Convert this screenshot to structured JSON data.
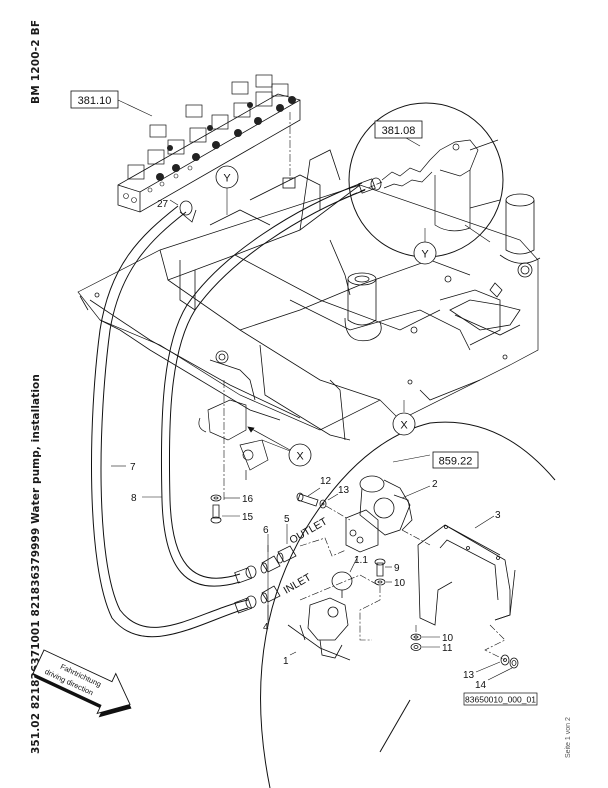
{
  "document": {
    "machine_code": "BM 1200-2 BF",
    "title": "351.02 821836371001 821836379999 Water pump, installation",
    "page_indicator": "Seite 1 von 2",
    "drawing_number": "83650010_000_01"
  },
  "reference_boxes": [
    {
      "id": "ref-381-10",
      "label": "381.10"
    },
    {
      "id": "ref-381-08",
      "label": "381.08"
    },
    {
      "id": "ref-859-22",
      "label": "859.22"
    }
  ],
  "detail_markers": {
    "y": "Y",
    "x": "X"
  },
  "part_callouts": {
    "p27": "27",
    "p7": "7",
    "p8": "8",
    "p16": "16",
    "p15": "15",
    "p6": "6",
    "p5": "5",
    "p4": "4",
    "p12": "12",
    "p13a": "13",
    "p2": "2",
    "p3": "3",
    "p1_1": "1.1",
    "p9": "9",
    "p10a": "10",
    "p1": "1",
    "p10b": "10",
    "p11": "11",
    "p13b": "13",
    "p14": "14"
  },
  "port_labels": {
    "outlet": "OUTLET",
    "inlet": "INLET"
  },
  "direction_arrow": {
    "line1": "Fahrtrichtung",
    "line2": "driving direction"
  }
}
